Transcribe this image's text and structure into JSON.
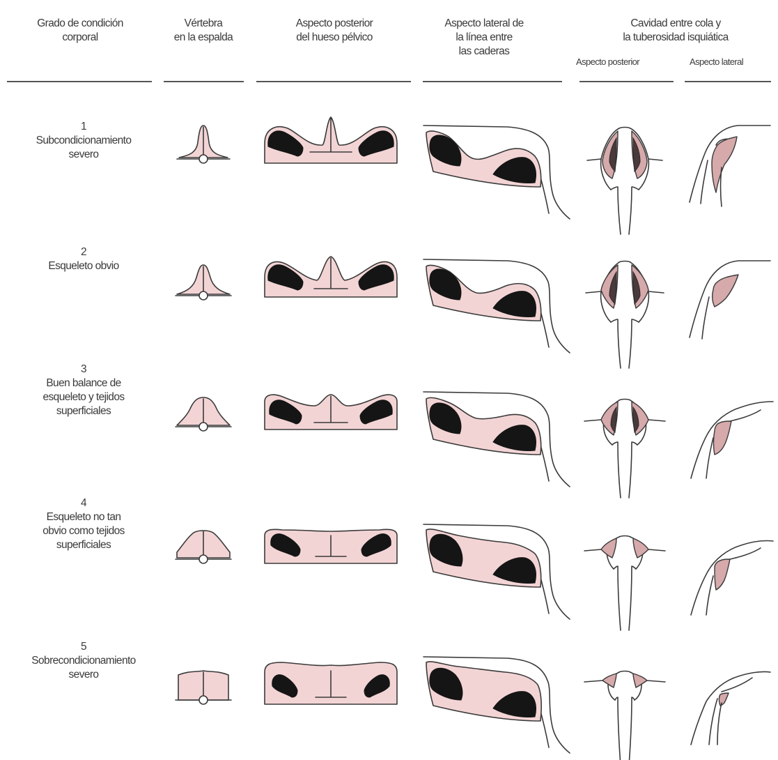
{
  "headers": {
    "grade": [
      "Grado de condición",
      "corporal"
    ],
    "vertebra": [
      "Vértebra",
      "en la espalda"
    ],
    "pelvic": [
      "Aspecto posterior",
      "del hueso pélvico"
    ],
    "hip_line": [
      "Aspecto lateral de",
      "la línea entre",
      "las caderas"
    ],
    "cavity": [
      "Cavidad entre cola y",
      "la tuberosidad isquiática"
    ],
    "cavity_posterior": "Aspecto posterior",
    "cavity_lateral": "Aspecto lateral"
  },
  "grades": [
    {
      "number": "1",
      "label": [
        "Subcondicionamiento",
        "severo"
      ]
    },
    {
      "number": "2",
      "label": [
        "Esqueleto obvio"
      ]
    },
    {
      "number": "3",
      "label": [
        "Buen balance de",
        "esqueleto y tejidos",
        "superficiales"
      ]
    },
    {
      "number": "4",
      "label": [
        "Esqueleto no tan",
        "obvio como tejidos",
        "superficiales"
      ]
    },
    {
      "number": "5",
      "label": [
        "Sobrecondicionamiento",
        "severo"
      ]
    }
  ],
  "colors": {
    "tissue": "#f3d4d5",
    "bone": "#151515",
    "outline": "#3a3a3a",
    "cavity": "#d6a9ab"
  }
}
